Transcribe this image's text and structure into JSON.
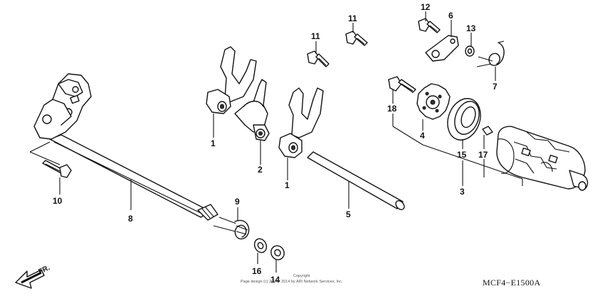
{
  "diagram": {
    "callouts": {
      "c1a": "1",
      "c1b": "1",
      "c2": "2",
      "c3": "3",
      "c4": "4",
      "c5": "5",
      "c6": "6",
      "c7": "7",
      "c8": "8",
      "c9": "9",
      "c10": "10",
      "c11a": "11",
      "c11b": "11",
      "c12": "12",
      "c13": "13",
      "c14": "14",
      "c15": "15",
      "c16": "16",
      "c17": "17",
      "c18": "18"
    },
    "diagram_code": "MCF4−E1500A",
    "front_label": "FR.",
    "copyright_line1": "Copyright",
    "copyright_line2": "Page design (c) 2004 - 2014 by ARI Network Services, Inc."
  }
}
